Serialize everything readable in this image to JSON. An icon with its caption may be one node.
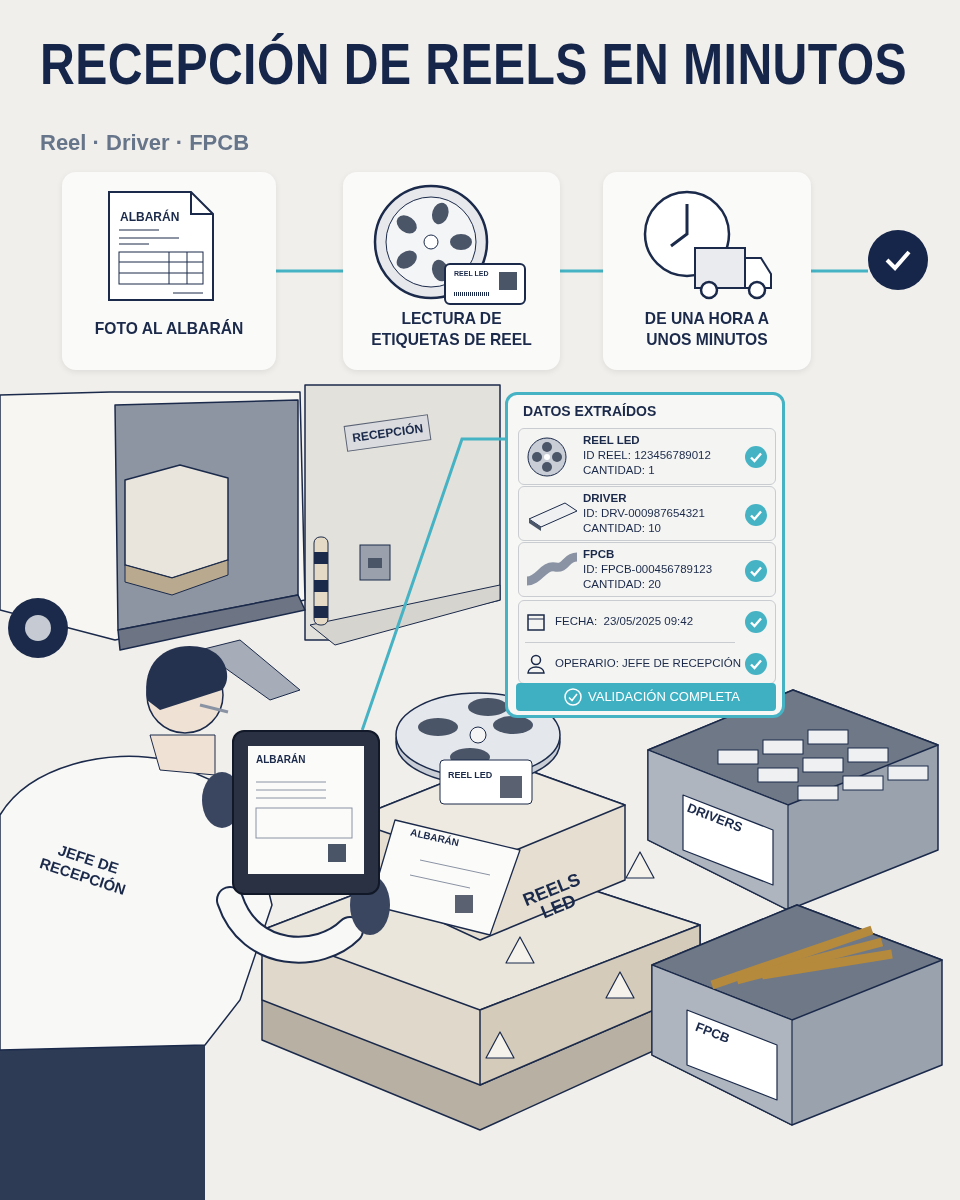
{
  "diagram": {
    "title": "RECEPCIÓN DE REELS EN MINUTOS",
    "nodes": [
      {
        "text": [
          "ALBARÁN",
          "FOTO AL ALBARÁN"
        ]
      },
      {
        "text": [
          "REEL LED",
          "LECTURA DE ETIQUETAS DE REEL"
        ]
      },
      {
        "text": [
          "DE UNA HORA A UNOS MINUTOS"
        ]
      },
      {
        "text": [],
        "shape": "circle"
      },
      {
        "text": [
          "ALBARÁN"
        ]
      },
      {
        "text": [
          "DATOS EXTRAÍDOS"
        ]
      },
      {
        "text": [
          "REEL LED",
          "ID REEL: 123456789012",
          "CANTIDAD: 1"
        ],
        "in": 5
      },
      {
        "text": [
          "DRIVER",
          "ID: DRV-000987654321",
          "CANTIDAD: 10"
        ],
        "in": 5
      },
      {
        "text": [
          "FPCB",
          "ID: FPCB-000456789123",
          "CANTIDAD: 20"
        ],
        "in": 5
      },
      {
        "text": [
          "FECHA:  23/05/2025 09:42",
          "OPERARIO: JEFE DE RECEPCIÓN"
        ],
        "in": 5
      },
      {
        "text": [
          "VALIDACIÓN COMPLETA"
        ],
        "in": 5
      }
    ],
    "edges": [
      {
        "from": 0,
        "to": 1,
        "arrow": "none"
      },
      {
        "from": 1,
        "to": 2,
        "arrow": "none"
      },
      {
        "from": 2,
        "to": 3,
        "arrow": "none"
      },
      {
        "from": 4,
        "to": 5,
        "arrow": "none"
      }
    ],
    "labels": [
      "Reel · Driver · FPCB",
      "RECEPCIÓN",
      "JEFE DE RECEPCIÓN",
      "REEL LED",
      "ALBARÁN",
      "REELS LED",
      "DRIVERS",
      "FPCB"
    ]
  }
}
